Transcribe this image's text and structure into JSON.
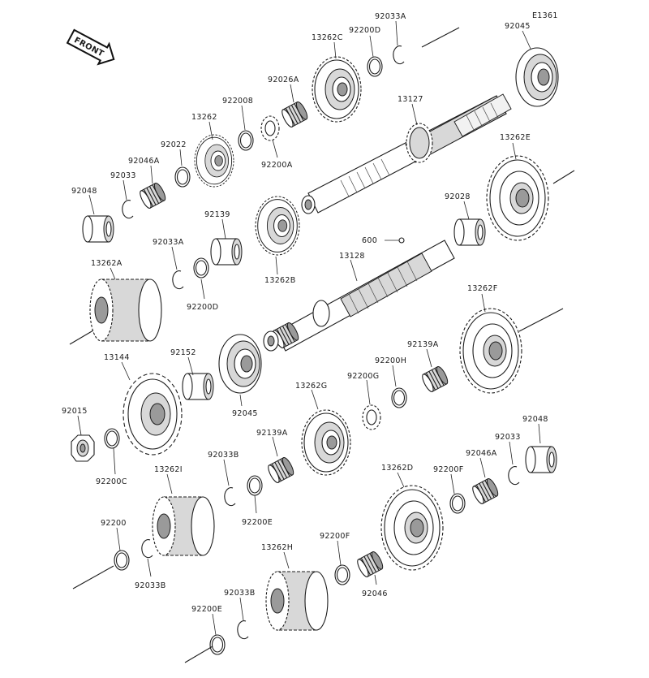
{
  "figure_id": "E1361",
  "front_label": "FRONT",
  "callouts": [
    {
      "id": "13262C",
      "part": "gear-13262c"
    },
    {
      "id": "92200D",
      "part": "washer-92200d-top"
    },
    {
      "id": "92033A",
      "part": "circlip-92033a-top"
    },
    {
      "id": "92045",
      "part": "bearing-92045-top"
    },
    {
      "id": "92026A",
      "part": "needle-bearing-92026a"
    },
    {
      "id": "922008",
      "part": "washer-922008"
    },
    {
      "id": "13127",
      "part": "input-shaft-13127"
    },
    {
      "id": "13262",
      "part": "gear-13262"
    },
    {
      "id": "92200A",
      "part": "washer-92200a"
    },
    {
      "id": "92022",
      "part": "washer-92022"
    },
    {
      "id": "92046A",
      "part": "needle-bearing-92046a-top"
    },
    {
      "id": "13262E",
      "part": "gear-13262e"
    },
    {
      "id": "92033",
      "part": "circlip-92033-top"
    },
    {
      "id": "92048",
      "part": "collar-92048-top"
    },
    {
      "id": "92028",
      "part": "bushing-92028"
    },
    {
      "id": "92139",
      "part": "bushing-92139"
    },
    {
      "id": "600",
      "part": "pin-600"
    },
    {
      "id": "92033A",
      "part": "circlip-92033a-mid"
    },
    {
      "id": "13128",
      "part": "output-shaft-13128"
    },
    {
      "id": "13262A",
      "part": "gear-13262a"
    },
    {
      "id": "13262B",
      "part": "gear-13262b"
    },
    {
      "id": "92200D",
      "part": "washer-92200d-mid"
    },
    {
      "id": "13262F",
      "part": "gear-13262f"
    },
    {
      "id": "92139A",
      "part": "bushing-92139a-right"
    },
    {
      "id": "13144",
      "part": "sprocket-13144"
    },
    {
      "id": "92152",
      "part": "collar-92152"
    },
    {
      "id": "92200H",
      "part": "washer-92200h"
    },
    {
      "id": "92200G",
      "part": "washer-92200g"
    },
    {
      "id": "13262G",
      "part": "gear-13262g"
    },
    {
      "id": "92045",
      "part": "bearing-92045-mid"
    },
    {
      "id": "92015",
      "part": "nut-92015"
    },
    {
      "id": "92048",
      "part": "collar-92048-right"
    },
    {
      "id": "92139A",
      "part": "bushing-92139a-lower"
    },
    {
      "id": "92033",
      "part": "circlip-92033-right"
    },
    {
      "id": "92200C",
      "part": "washer-92200c"
    },
    {
      "id": "92033B",
      "part": "circlip-92033b-mid"
    },
    {
      "id": "92046A",
      "part": "needle-bearing-92046a-right"
    },
    {
      "id": "13262I",
      "part": "gear-13262i"
    },
    {
      "id": "13262D",
      "part": "gear-13262d"
    },
    {
      "id": "92200F",
      "part": "washer-92200f-right"
    },
    {
      "id": "92200E",
      "part": "washer-92200e-mid"
    },
    {
      "id": "92200",
      "part": "washer-92200"
    },
    {
      "id": "13262H",
      "part": "gear-13262h"
    },
    {
      "id": "92200F",
      "part": "washer-92200f-lower"
    },
    {
      "id": "92033B",
      "part": "circlip-92033b-left"
    },
    {
      "id": "92033B",
      "part": "circlip-92033b-lower"
    },
    {
      "id": "92046",
      "part": "needle-bearing-92046"
    },
    {
      "id": "92200E",
      "part": "washer-92200e-lower"
    }
  ]
}
